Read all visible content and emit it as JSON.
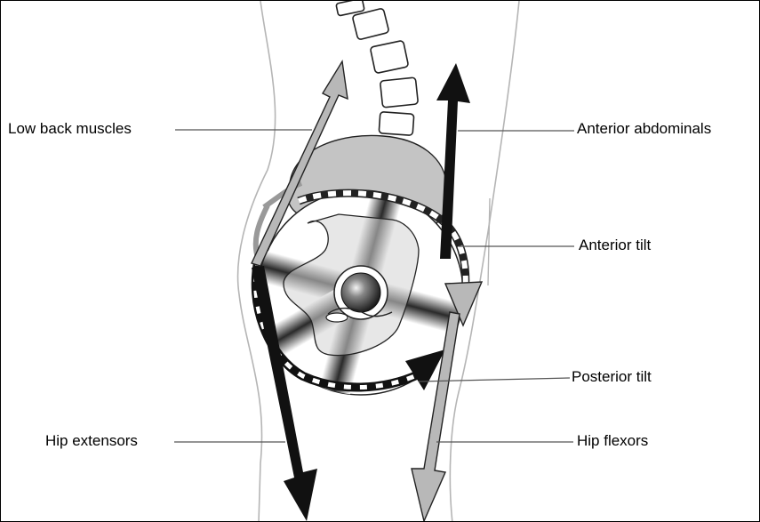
{
  "labels": {
    "low_back_muscles": "Low back muscles",
    "anterior_abdominals": "Anterior abdominals",
    "anterior_tilt": "Anterior tilt",
    "posterior_tilt": "Posterior tilt",
    "hip_extensors": "Hip extensors",
    "hip_flexors": "Hip flexors"
  },
  "colors": {
    "dark_arrow": "#111111",
    "light_arrow": "#b8b8b8",
    "pelvis_fill": "#c4c4c4",
    "body_outline": "#b5b5b5"
  }
}
